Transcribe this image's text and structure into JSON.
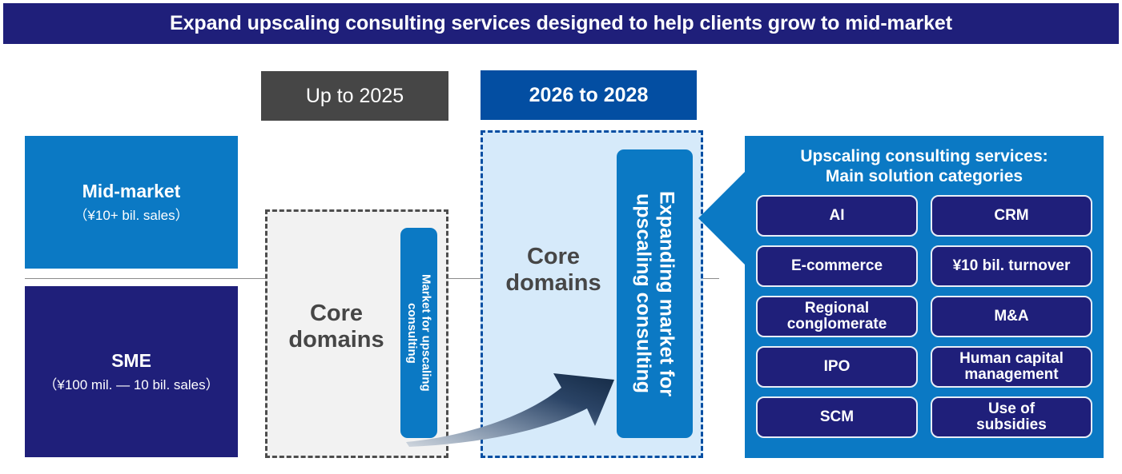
{
  "title": {
    "text": "Expand upscaling consulting services designed to help clients grow to mid-market",
    "bg_color": "#1f1f7a",
    "text_color": "#ffffff"
  },
  "eras": [
    {
      "label": "Up to 2025",
      "color": "#464646",
      "state": "past"
    },
    {
      "label": "2026 to 2028",
      "color": "#034ea2",
      "state": "future"
    }
  ],
  "segments": [
    {
      "name": "Mid-market",
      "sub": "（¥10+ bil. sales）",
      "color": "#0b79c4"
    },
    {
      "name": "SME",
      "sub": "（¥100 mil. — 10 bil. sales）",
      "color": "#1f1f7a"
    }
  ],
  "panels": {
    "past": {
      "core_label": "Core\ndomains",
      "bar_label": "Market for upscaling\nconsulting",
      "bg_color": "#f2f2f2",
      "border_color": "#4d4d4d"
    },
    "future": {
      "core_label": "Core\ndomains",
      "bar_label": "Expanding market for\nupscaling consulting",
      "bg_color": "#d6eafa",
      "border_color": "#034ea2"
    }
  },
  "services": {
    "heading": "Upscaling consulting services:\nMain solution categories",
    "panel_color": "#0b79c4",
    "tile_color": "#1f1f7a",
    "tiles": [
      {
        "label": "AI"
      },
      {
        "label": "CRM"
      },
      {
        "label": "E-commerce"
      },
      {
        "label": "¥10 bil. turnover"
      },
      {
        "label": "Regional\nconglomerate"
      },
      {
        "label": "M&A"
      },
      {
        "label": "IPO"
      },
      {
        "label": "Human capital\nmanagement"
      },
      {
        "label": "SCM"
      },
      {
        "label": "Use of\nsubsidies"
      }
    ]
  },
  "icons": {
    "growth_arrow": "curved-growth-arrow-icon",
    "feeder_arrow": "left-pointing-arrow-icon"
  }
}
